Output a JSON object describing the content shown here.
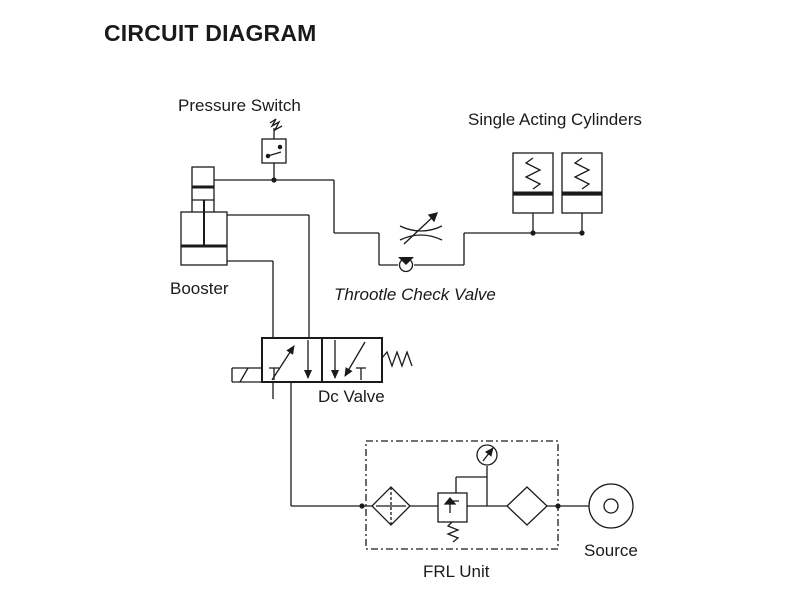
{
  "title": "CIRCUIT DIAGRAM",
  "labels": {
    "pressure_switch": "Pressure Switch",
    "single_acting_cylinders": "Single Acting Cylinders",
    "booster": "Booster",
    "throttle_check_valve": "Throotle Check Valve",
    "dc_valve": "Dc Valve",
    "frl_unit": "FRL Unit",
    "source": "Source"
  },
  "colors": {
    "line": "#1a1a1a",
    "background": "#ffffff"
  }
}
